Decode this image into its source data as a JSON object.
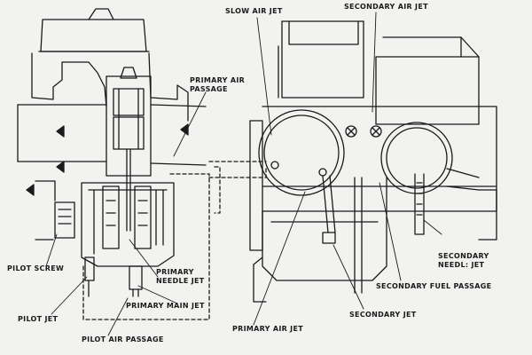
{
  "labels": {
    "slow_air_jet": "SLOW AIR JET",
    "secondary_air_jet": "SECONDARY AIR JET",
    "primary_air_passage_1": "PRIMARY AIR",
    "primary_air_passage_2": "PASSAGE",
    "pilot_screw": "PILOT SCREW",
    "primary_needle_jet_1": "PRIMARY",
    "primary_needle_jet_2": "NEEDLE JET",
    "primary_main_jet": "PRIMARY MAIN JET",
    "pilot_jet": "PILOT JET",
    "pilot_air_passage": "PILOT AIR PASSAGE",
    "primary_air_jet": "PRIMARY AIR JET",
    "secondary_jet": "SECONDARY JET",
    "secondary_needle_jet_1": "SECONDARY",
    "secondary_needle_jet_2": "NEEDL: JET",
    "secondary_fuel_passage": "SECONDARY FUEL PASSAGE"
  }
}
